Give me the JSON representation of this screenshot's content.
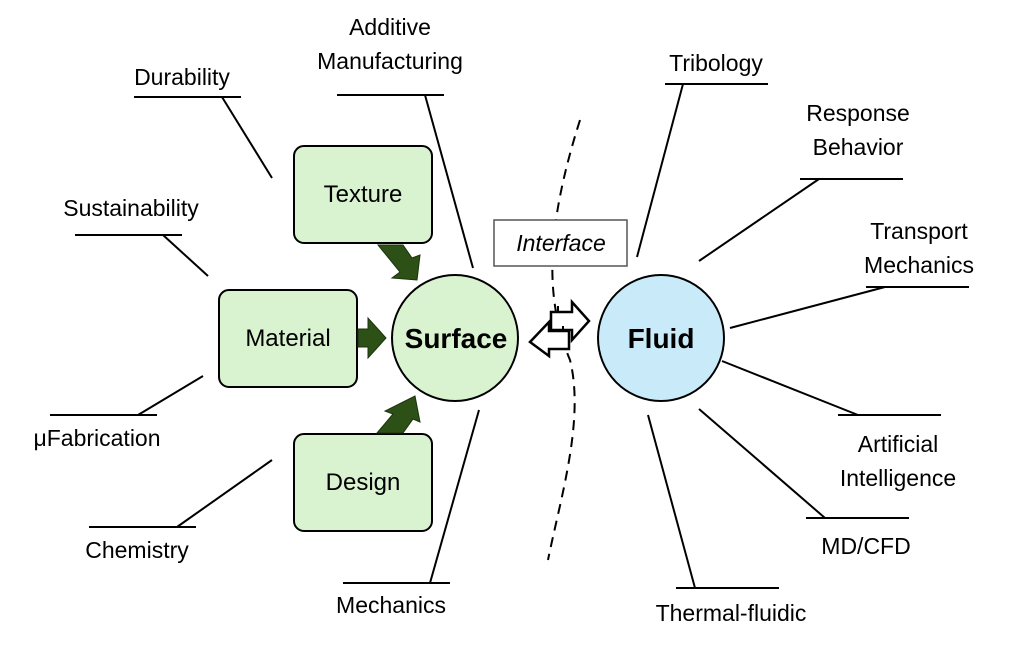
{
  "colors": {
    "surface_fill": "#d9f2d0",
    "fluid_fill": "#c9ebf9",
    "box_fill": "#d9f2d0",
    "arrow_fill": "#2d5016",
    "stroke": "#000000",
    "interface_border": "#555555"
  },
  "center": {
    "surface": "Surface",
    "fluid": "Fluid",
    "interface": "Interface"
  },
  "inputs": [
    {
      "label": "Texture"
    },
    {
      "label": "Material"
    },
    {
      "label": "Design"
    }
  ],
  "surface_topics": [
    {
      "label": "Durability"
    },
    {
      "label": "Additive Manufacturing",
      "line1": "Additive",
      "line2": "Manufacturing"
    },
    {
      "label": "Sustainability"
    },
    {
      "label": "μFabrication"
    },
    {
      "label": "Chemistry"
    },
    {
      "label": "Mechanics"
    }
  ],
  "fluid_topics": [
    {
      "label": "Tribology"
    },
    {
      "label": "Response Behavior",
      "line1": "Response",
      "line2": "Behavior"
    },
    {
      "label": "Transport Mechanics",
      "line1": "Transport",
      "line2": "Mechanics"
    },
    {
      "label": "Artificial Intelligence",
      "line1": "Artificial",
      "line2": "Intelligence"
    },
    {
      "label": "MD/CFD"
    },
    {
      "label": "Thermal-fluidic"
    }
  ],
  "connector": {
    "icon": "bidirectional-arrow-icon"
  }
}
